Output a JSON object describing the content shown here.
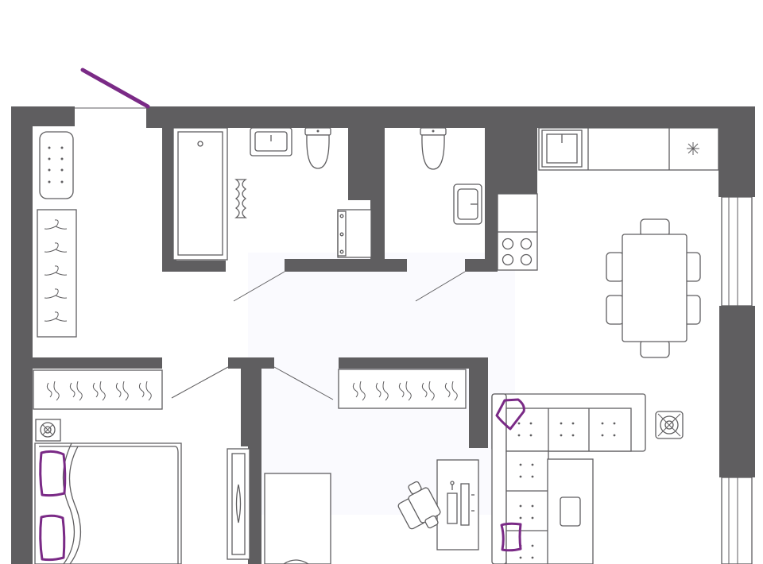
{
  "colors": {
    "wall": "#5f5e60",
    "line": "#5f5e60",
    "accent": "#7a2a86",
    "background": "#ffffff",
    "highlight_zone": "#fafafe"
  },
  "icons": [
    "bathtub-icon",
    "sink-icon",
    "toilet-icon",
    "washing-machine-icon",
    "stove-icon",
    "radiator-icon",
    "fan-icon",
    "dining-table-icon",
    "sofa-icon",
    "bed-icon",
    "desk-icon",
    "office-chair-icon",
    "wardrobe-icon"
  ],
  "rooms": [
    "hallway",
    "bathroom",
    "toilet",
    "kitchen-living",
    "bedroom",
    "study"
  ]
}
